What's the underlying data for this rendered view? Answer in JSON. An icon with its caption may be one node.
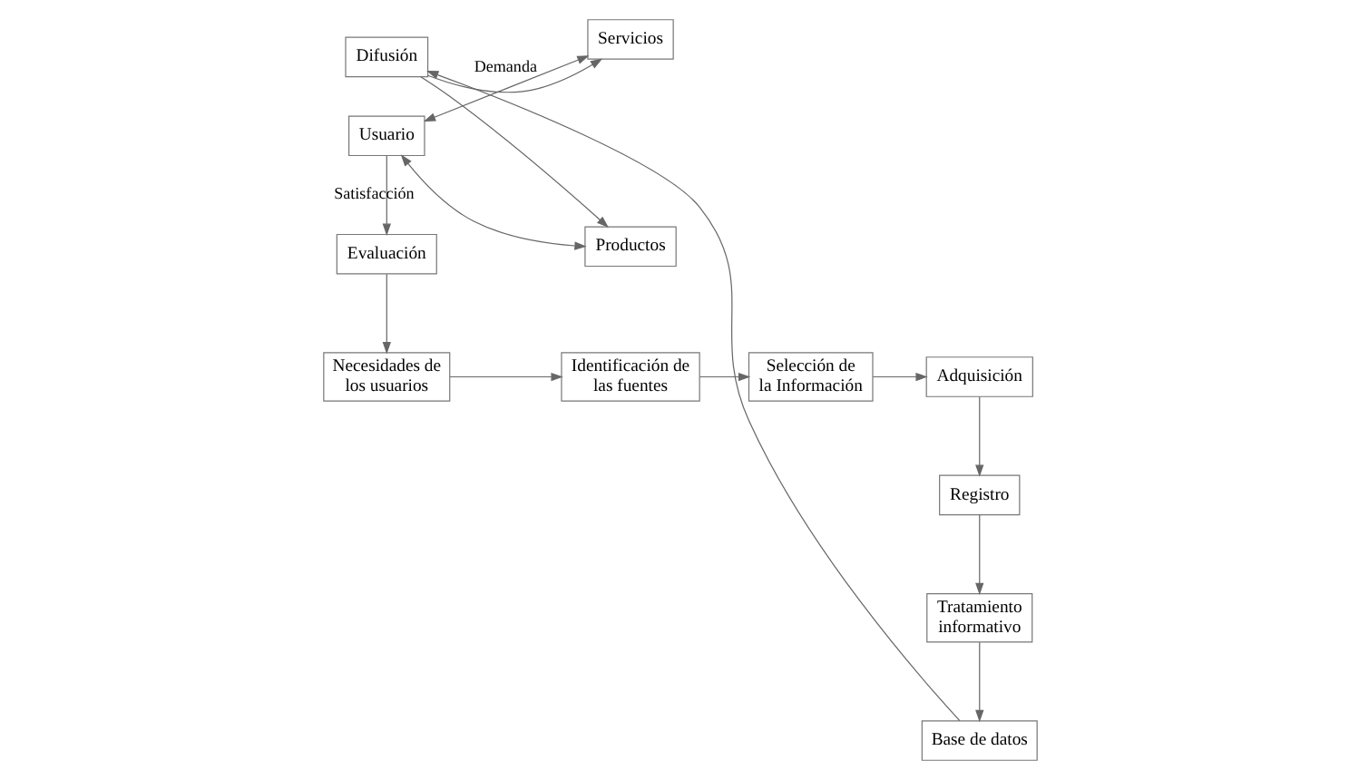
{
  "diagram": {
    "nodes": [
      {
        "text": [
          "Necesidades de los usuarios"
        ]
      },
      {
        "text": [
          "Identificación de las fuentes"
        ]
      },
      {
        "text": [
          "Selección de la Información"
        ]
      },
      {
        "text": [
          "Adquisición"
        ]
      },
      {
        "text": [
          "Registro"
        ]
      },
      {
        "text": [
          "Tratamiento informativo"
        ]
      },
      {
        "text": [
          "Base de datos"
        ]
      },
      {
        "text": [
          "Difusión"
        ]
      },
      {
        "text": [
          "Servicios"
        ]
      },
      {
        "text": [
          "Productos"
        ]
      },
      {
        "text": [
          "Usuario"
        ]
      },
      {
        "text": [
          "Evaluación"
        ]
      }
    ],
    "edges": [
      {
        "from": 0,
        "to": 1,
        "arrow": "to"
      },
      {
        "from": 1,
        "to": 2,
        "arrow": "to"
      },
      {
        "from": 2,
        "to": 3,
        "arrow": "to"
      },
      {
        "from": 3,
        "to": 4,
        "arrow": "to"
      },
      {
        "from": 4,
        "to": 5,
        "arrow": "to"
      },
      {
        "from": 5,
        "to": 6,
        "arrow": "to"
      },
      {
        "from": 6,
        "to": 7,
        "arrow": "to"
      },
      {
        "from": 7,
        "to": 8,
        "arrow": "to"
      },
      {
        "from": 7,
        "to": 9,
        "arrow": "to"
      },
      {
        "from": 10,
        "to": 8,
        "arrow": "both",
        "label": "Demanda"
      },
      {
        "from": 10,
        "to": 9,
        "arrow": "both"
      },
      {
        "from": 10,
        "to": 11,
        "arrow": "to",
        "label": "Satisfacción"
      },
      {
        "from": 11,
        "to": 0,
        "arrow": "to"
      }
    ]
  }
}
